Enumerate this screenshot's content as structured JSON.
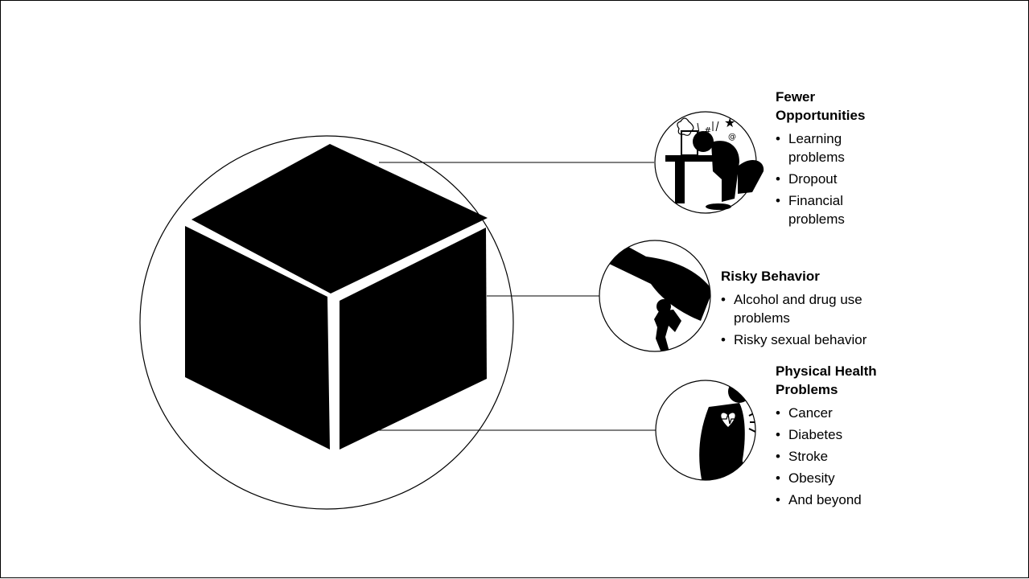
{
  "sections": [
    {
      "heading": "Fewer Opportunities",
      "items": [
        "Learning problems",
        "Dropout",
        "Financial problems"
      ],
      "icon": "stressed-student-at-desk-icon"
    },
    {
      "heading": "Risky Behavior",
      "items": [
        "Alcohol and drug use problems",
        "Risky sexual behavior"
      ],
      "icon": "person-carrying-bottle-icon"
    },
    {
      "heading": "Physical Health Problems",
      "items": [
        "Cancer",
        "Diabetes",
        "Stroke",
        "Obesity",
        "And beyond"
      ],
      "icon": "person-heart-pain-icon"
    }
  ],
  "colors": {
    "ink": "#000000",
    "background": "#ffffff"
  },
  "central_icon": "black-box-cube-icon"
}
